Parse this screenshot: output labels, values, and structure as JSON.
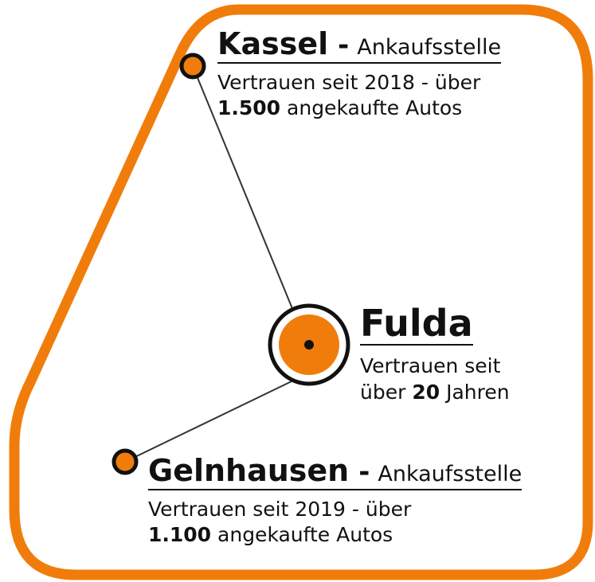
{
  "colors": {
    "accent": "#F07D0B",
    "ink": "#111111",
    "background": "#FFFFFF"
  },
  "locations": {
    "kassel": {
      "city": "Kassel",
      "separator": "-",
      "kind": "Ankaufsstelle",
      "line1": "Vertrauen seit 2018 - über",
      "count": "1.500",
      "suffix": " angekaufte Autos"
    },
    "fulda": {
      "city": "Fulda",
      "line1": "Vertrauen seit",
      "prefix": "über ",
      "count": "20",
      "suffix": " Jahren"
    },
    "gelnhausen": {
      "city": "Gelnhausen",
      "separator": "-",
      "kind": "Ankaufsstelle",
      "line1": "Vertrauen seit 2019 - über",
      "count": "1.100",
      "suffix": " angekaufte Autos"
    }
  }
}
